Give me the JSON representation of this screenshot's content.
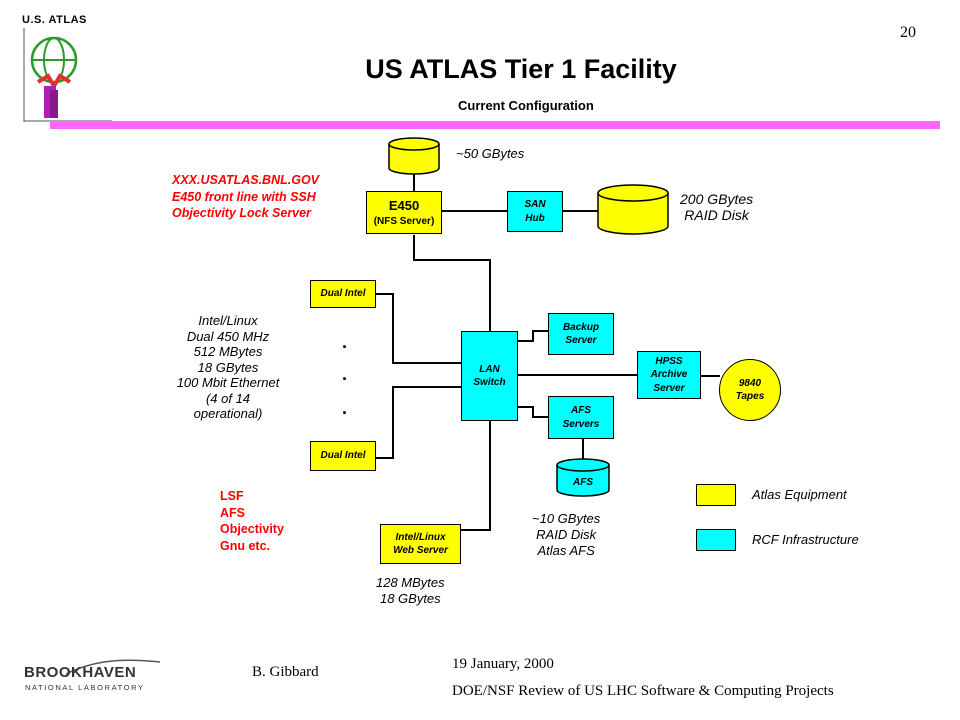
{
  "slide": {
    "page_number": "20",
    "title": "US ATLAS Tier 1 Facility",
    "subtitle": "Current Configuration",
    "logo_text": "U.S. ATLAS"
  },
  "diagram": {
    "top_disk": {
      "label": "",
      "capacity": "~50 GBytes"
    },
    "e450": {
      "line1": "E450",
      "line2": "(NFS Server)"
    },
    "san_hub": {
      "line1": "SAN",
      "line2": "Hub"
    },
    "raid_disk": {
      "line1": "200 GBytes",
      "line2": "RAID Disk"
    },
    "dual_intel_top": "Dual Intel",
    "dual_intel_bottom": "Dual Intel",
    "dots": ".",
    "lan_switch": {
      "line1": "LAN",
      "line2": "Switch"
    },
    "backup_server": {
      "line1": "Backup",
      "line2": "Server"
    },
    "hpss": {
      "line1": "HPSS",
      "line2": "Archive",
      "line3": "Server"
    },
    "tapes": {
      "line1": "9840",
      "line2": "Tapes"
    },
    "afs_servers": {
      "line1": "AFS",
      "line2": "Servers"
    },
    "afs_disk": "AFS",
    "afs_note": {
      "line1": "~10 GBytes",
      "line2": "RAID Disk",
      "line3": "Atlas AFS"
    },
    "web_server": {
      "line1": "Intel/Linux",
      "line2": "Web Server"
    },
    "web_note": {
      "line1": "128 MBytes",
      "line2": "18 GBytes"
    },
    "linux_note": [
      "Intel/Linux",
      "Dual 450 MHz",
      "512 MBytes",
      "18 GBytes",
      "100 Mbit Ethernet",
      "(4 of 14",
      "operational)"
    ],
    "server_features": [
      "XXX.USATLAS.BNL.GOV",
      "E450 front line with SSH",
      "Objectivity Lock Server"
    ],
    "farm_features": [
      "LSF",
      "AFS",
      "Objectivity",
      "Gnu etc."
    ],
    "bullet_glyph": "",
    "legend": [
      {
        "label": "Atlas Equipment",
        "color": "#ffff00"
      },
      {
        "label": "RCF Infrastructure",
        "color": "#00ffff"
      }
    ]
  },
  "footer": {
    "org_name": "BROOKHAVEN",
    "org_sub": "NATIONAL LABORATORY",
    "author": "B. Gibbard",
    "date": "19 January, 2000",
    "event": "DOE/NSF Review of US LHC Software & Computing Projects"
  },
  "colors": {
    "accent_bar": "#ff66ff",
    "atlas": "#ffff00",
    "rcf": "#00ffff",
    "feature_text": "#ff0000"
  }
}
